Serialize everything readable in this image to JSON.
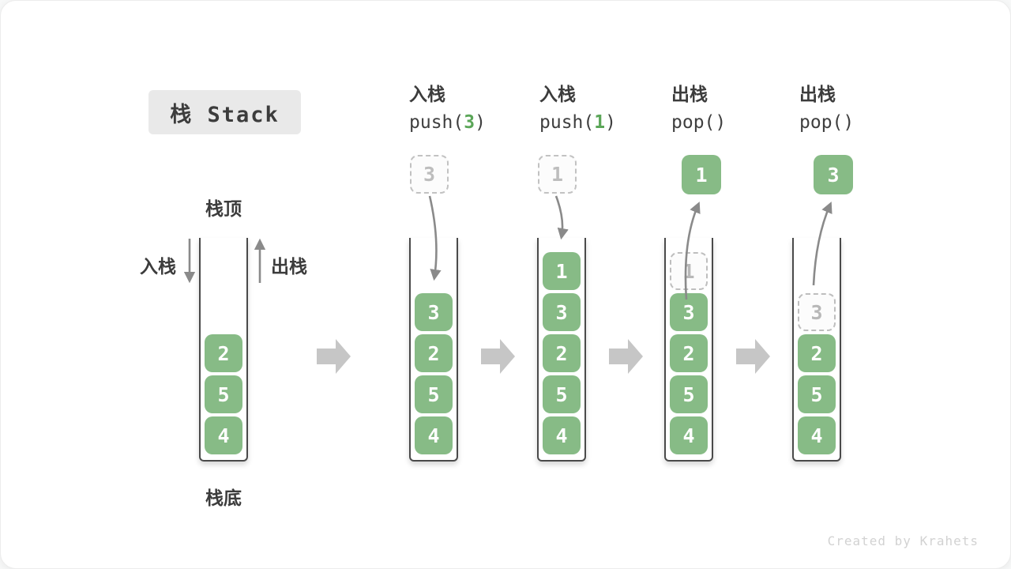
{
  "page": {
    "title": "栈 Stack",
    "footer_credit": "Created by Krahets"
  },
  "legend": {
    "stack_top": "栈顶",
    "stack_bottom": "栈底",
    "push_label": "入栈",
    "pop_label": "出栈"
  },
  "operations": [
    {
      "name_cn": "入栈",
      "code_pre": "push(",
      "code_arg": "3",
      "code_post": ")"
    },
    {
      "name_cn": "入栈",
      "code_pre": "push(",
      "code_arg": "1",
      "code_post": ")"
    },
    {
      "name_cn": "出栈",
      "code_pre": "pop(",
      "code_arg": "",
      "code_post": ")"
    },
    {
      "name_cn": "出栈",
      "code_pre": "pop(",
      "code_arg": "",
      "code_post": ")"
    }
  ],
  "stacks": [
    {
      "floating": null,
      "items": [
        {
          "value": "2",
          "state": "solid"
        },
        {
          "value": "5",
          "state": "solid"
        },
        {
          "value": "4",
          "state": "solid"
        }
      ]
    },
    {
      "floating": {
        "value": "3",
        "state": "ghost"
      },
      "items": [
        {
          "value": "3",
          "state": "solid"
        },
        {
          "value": "2",
          "state": "solid"
        },
        {
          "value": "5",
          "state": "solid"
        },
        {
          "value": "4",
          "state": "solid"
        }
      ]
    },
    {
      "floating": {
        "value": "1",
        "state": "ghost"
      },
      "items": [
        {
          "value": "1",
          "state": "solid"
        },
        {
          "value": "3",
          "state": "solid"
        },
        {
          "value": "2",
          "state": "solid"
        },
        {
          "value": "5",
          "state": "solid"
        },
        {
          "value": "4",
          "state": "solid"
        }
      ]
    },
    {
      "floating": {
        "value": "1",
        "state": "solid"
      },
      "items": [
        {
          "value": "1",
          "state": "ghost"
        },
        {
          "value": "3",
          "state": "solid"
        },
        {
          "value": "2",
          "state": "solid"
        },
        {
          "value": "5",
          "state": "solid"
        },
        {
          "value": "4",
          "state": "solid"
        }
      ]
    },
    {
      "floating": {
        "value": "3",
        "state": "solid"
      },
      "items": [
        {
          "value": "3",
          "state": "ghost"
        },
        {
          "value": "2",
          "state": "solid"
        },
        {
          "value": "5",
          "state": "solid"
        },
        {
          "value": "4",
          "state": "solid"
        }
      ]
    }
  ],
  "icons": {
    "flow_arrow": "right-block-arrow-icon",
    "push_direction": "down-arrow-icon",
    "pop_direction": "up-arrow-icon"
  },
  "colors": {
    "item_green": "#87BB86",
    "code_arg_green": "#5BA658",
    "curve_arrow_gray": "#8A8A8A",
    "flow_arrow_gray": "#C6C6C6",
    "ghost_border_gray": "#BEBEBE",
    "title_bg": "#E9E9E9",
    "text_dark": "#3C3C3C",
    "credit_gray": "#D2D2D2"
  }
}
